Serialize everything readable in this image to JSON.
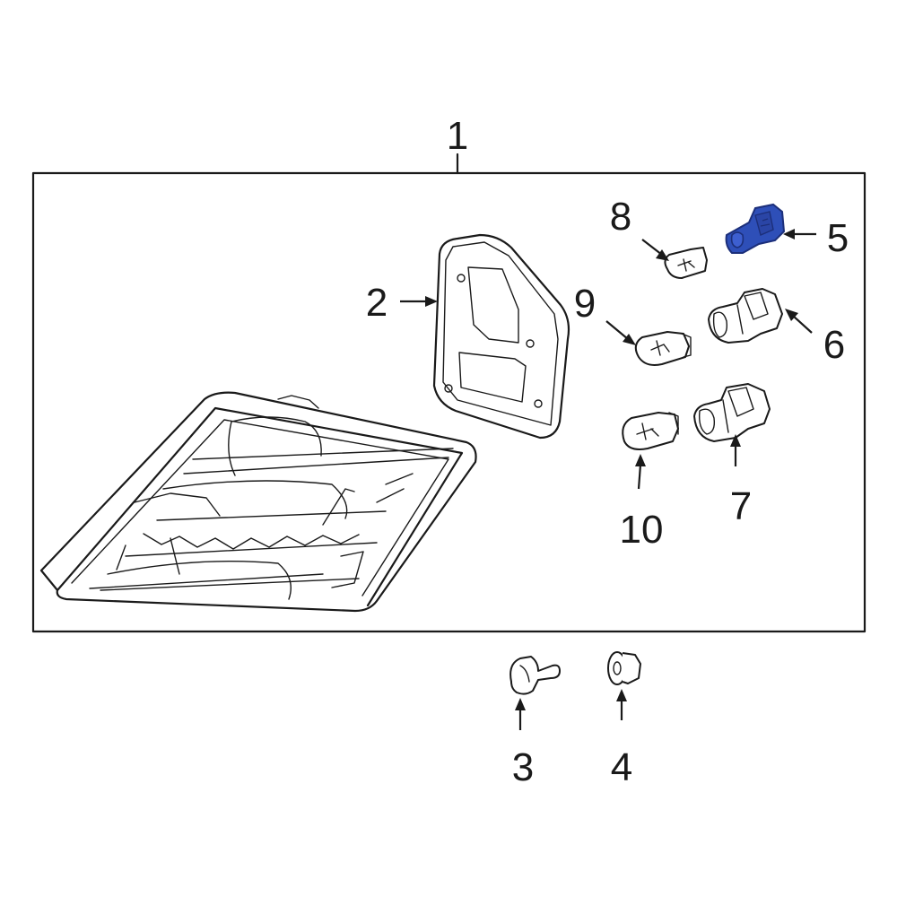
{
  "diagram": {
    "frame_callout": "1",
    "colors": {
      "line": "#1a1a1a",
      "highlight": "#2e4fb8",
      "highlight_dark": "#1c2f7a",
      "background": "#ffffff"
    },
    "callouts": [
      {
        "id": "2",
        "part": "housing-gasket"
      },
      {
        "id": "3",
        "part": "clip"
      },
      {
        "id": "4",
        "part": "nut"
      },
      {
        "id": "5",
        "part": "bulb-socket-highlighted"
      },
      {
        "id": "6",
        "part": "bulb-socket"
      },
      {
        "id": "7",
        "part": "bulb-socket"
      },
      {
        "id": "8",
        "part": "bulb"
      },
      {
        "id": "9",
        "part": "bulb"
      },
      {
        "id": "10",
        "part": "bulb"
      }
    ]
  }
}
